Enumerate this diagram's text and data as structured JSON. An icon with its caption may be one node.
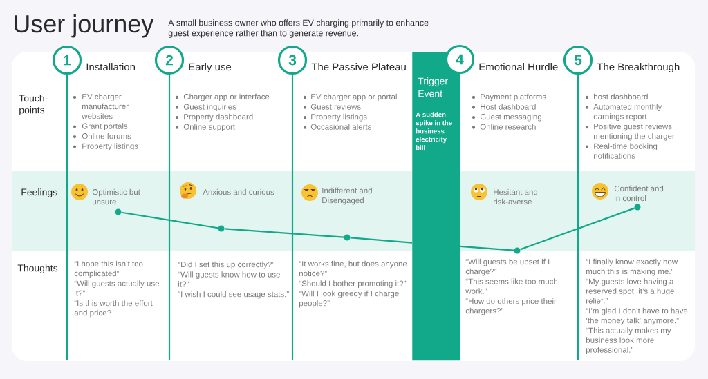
{
  "diagram": {
    "title": "User journey",
    "nodes": [
      {
        "text": [
          "1"
        ],
        "beside": [
          "Installation"
        ]
      },
      {
        "text": [
          "2"
        ],
        "beside": [
          "Early use"
        ]
      },
      {
        "text": [
          "3"
        ],
        "beside": [
          "The Passive Plateau"
        ]
      },
      {
        "text": [
          "Trigger Event",
          "A sudden spike in the business electricity bill"
        ]
      },
      {
        "text": [
          "4"
        ],
        "beside": [
          "Emotional Hurdle"
        ]
      },
      {
        "text": [
          "5"
        ],
        "beside": [
          "The Breakthrough"
        ]
      },
      {
        "text": [],
        "shape": "circle"
      },
      {
        "text": [],
        "shape": "circle"
      },
      {
        "text": [],
        "shape": "circle"
      },
      {
        "text": [],
        "shape": "circle"
      },
      {
        "text": [],
        "shape": "circle"
      }
    ],
    "edges": [
      {
        "from": 6,
        "to": 7,
        "arrow": "none"
      },
      {
        "from": 7,
        "to": 8,
        "arrow": "none"
      },
      {
        "from": 8,
        "to": 3,
        "arrow": "none"
      },
      {
        "from": 3,
        "to": 9,
        "arrow": "none"
      },
      {
        "from": 9,
        "to": 10,
        "arrow": "none"
      }
    ],
    "labels": [
      "A small business owner who offers EV charging primarily to enhance guest experience rather than to generate revenue.",
      "Touch-points",
      "EV charger manufacturer websites",
      "Grant portals",
      "Online forums",
      "Property listings",
      "Charger app or interface",
      "Guest inquiries",
      "Property dashboard",
      "Online support",
      "EV charger app or portal",
      "Guest reviews",
      "Property listings",
      "Occasional alerts",
      "Payment platforms",
      "Host dashboard",
      "Guest messaging",
      "Online research",
      "host dashboard",
      "Automated monthly earnings report",
      "Positive guest reviews mentioning the charger",
      "Real-time booking notifications",
      "Feelings",
      "Optimistic but unsure",
      "Anxious and curious",
      "Indifferent and Disengaged",
      "Hesitant and risk-averse",
      "Confident and in control",
      "Thoughts",
      "“I hope this isn’t too complicated”",
      "“Will guests actually use it?”",
      "“Is this worth the effort and price?",
      "“Did I set this up correctly?”",
      "“Will guests know how to use it?”",
      "“I wish I could see usage stats.”",
      "“It works fine, but does anyone notice?”",
      "“Should I bother promoting it?”",
      "“Will I look greedy if I charge people?”",
      "“Will guests be upset if I charge?”",
      "“This seems like too much work.”",
      "“How do others price their chargers?”",
      "“I finally know exactly how much this is making me.”",
      "“My guests love having a reserved spot; it’s a huge relief.”",
      "“I’m glad I don’t have to have ‘the money talk’ anymore.”",
      "“This actually makes my business look more professional.”"
    ]
  }
}
